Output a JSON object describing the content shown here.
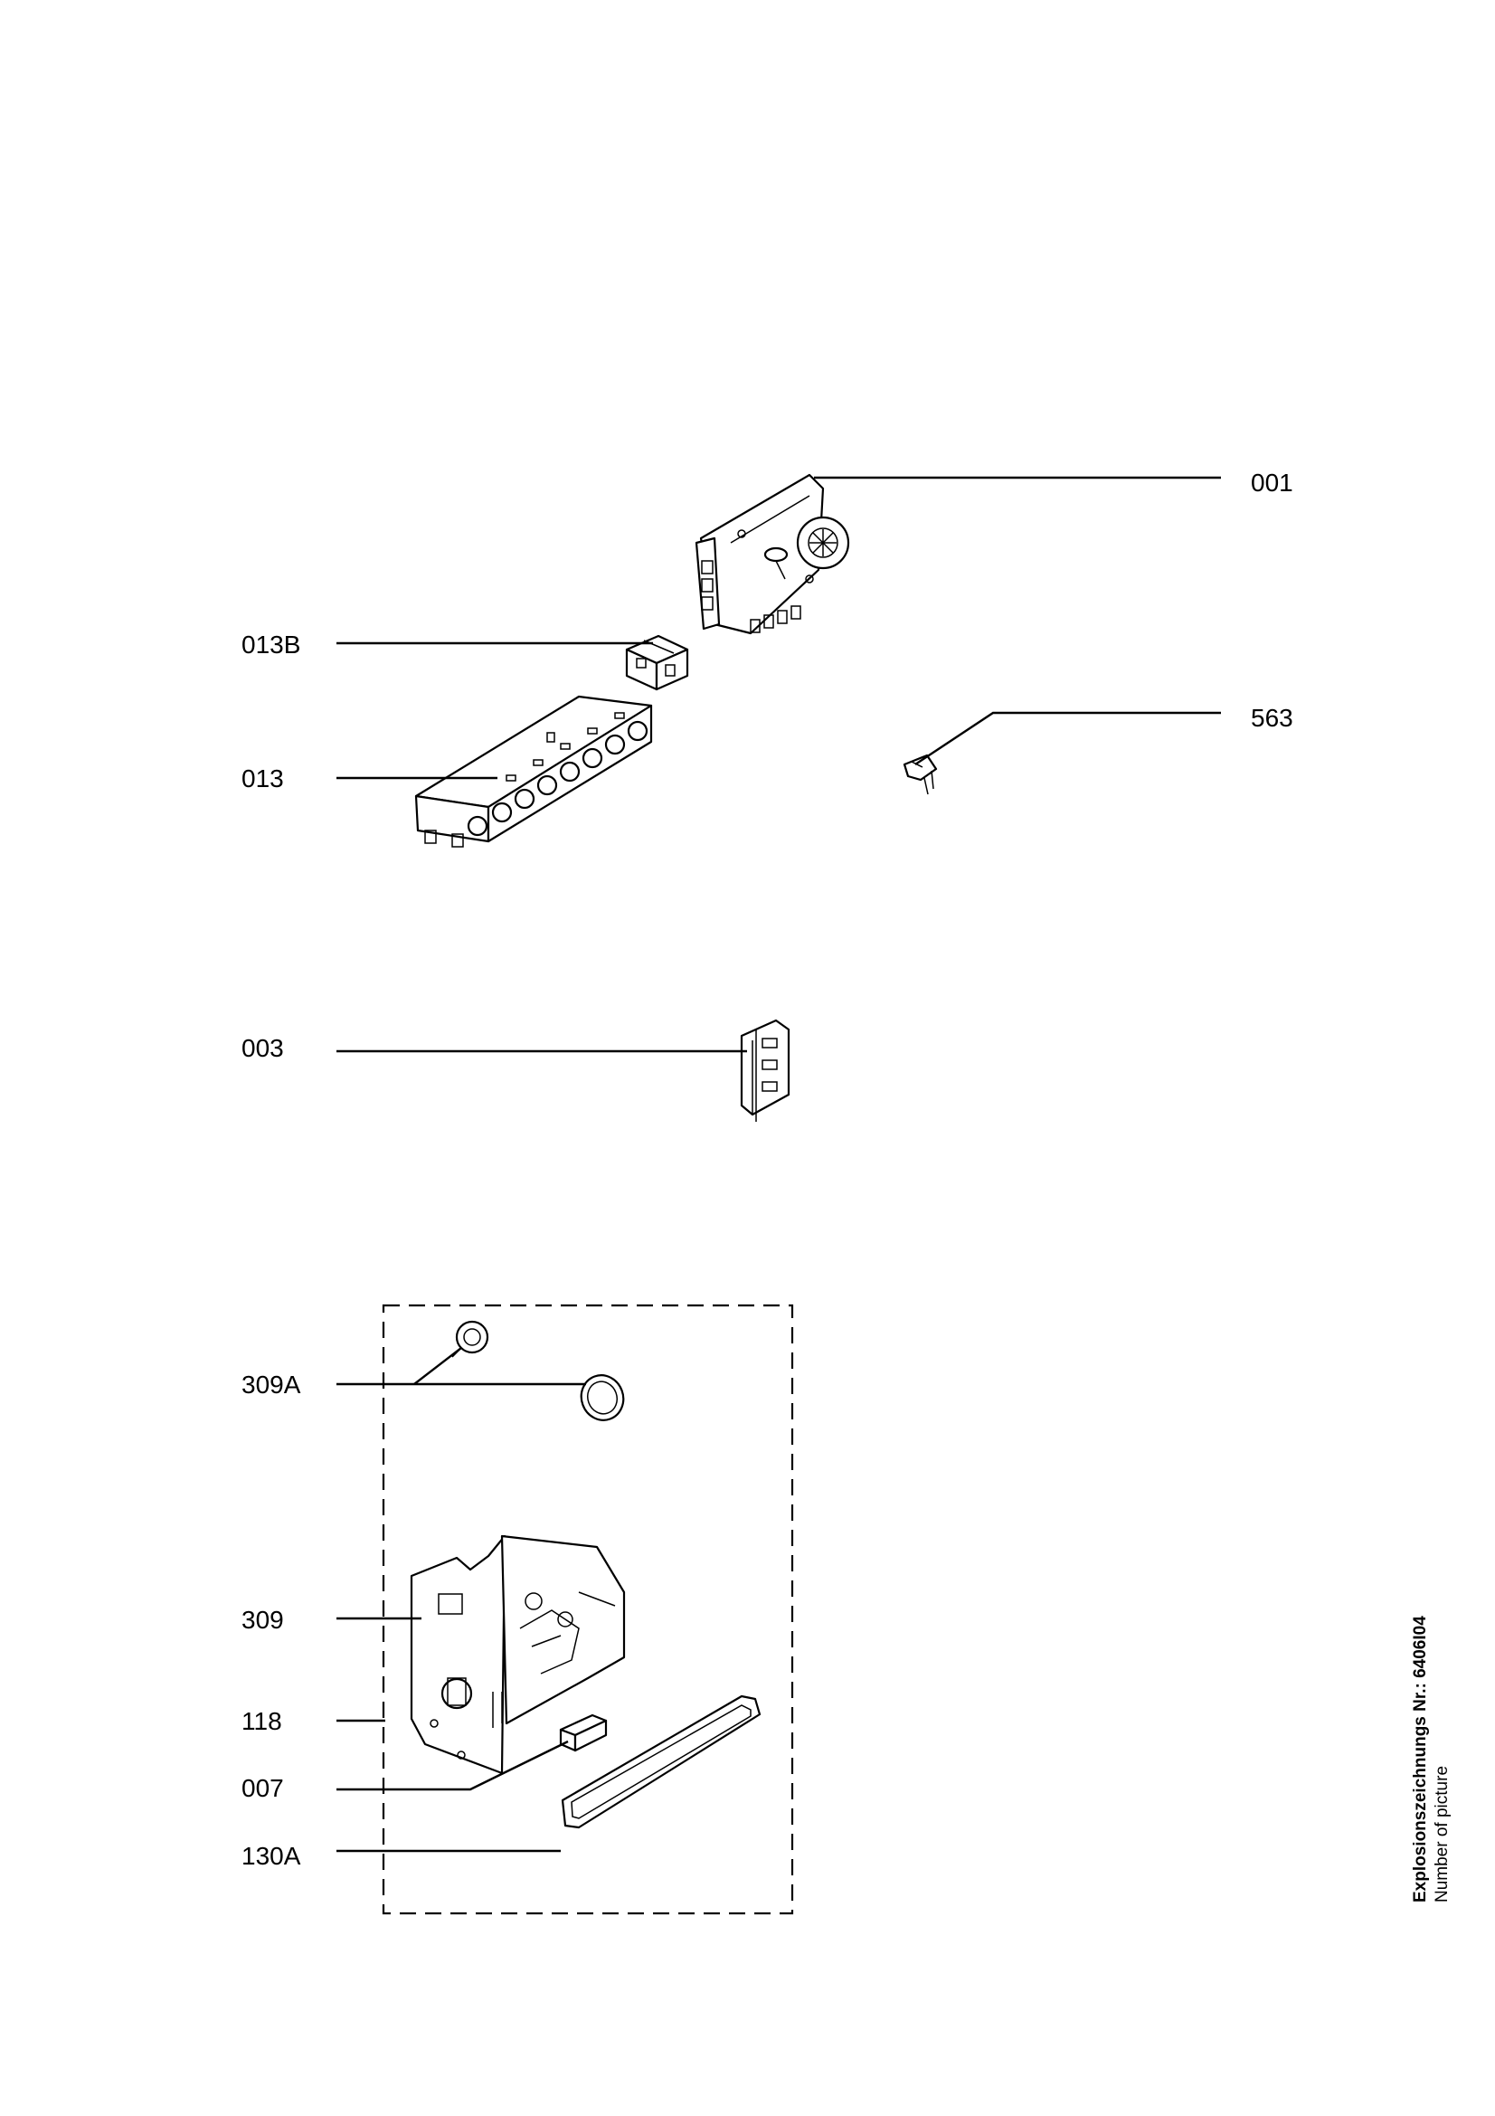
{
  "diagram": {
    "labels": {
      "l001": "001",
      "l013B": "013B",
      "l563": "563",
      "l013": "013",
      "l003": "003",
      "l309A": "309A",
      "l309": "309",
      "l118": "118",
      "l007": "007",
      "l130A": "130A"
    },
    "side_title": "Explosionszeichnungs Nr.: 6406I04",
    "side_subtitle": "Number of picture"
  }
}
